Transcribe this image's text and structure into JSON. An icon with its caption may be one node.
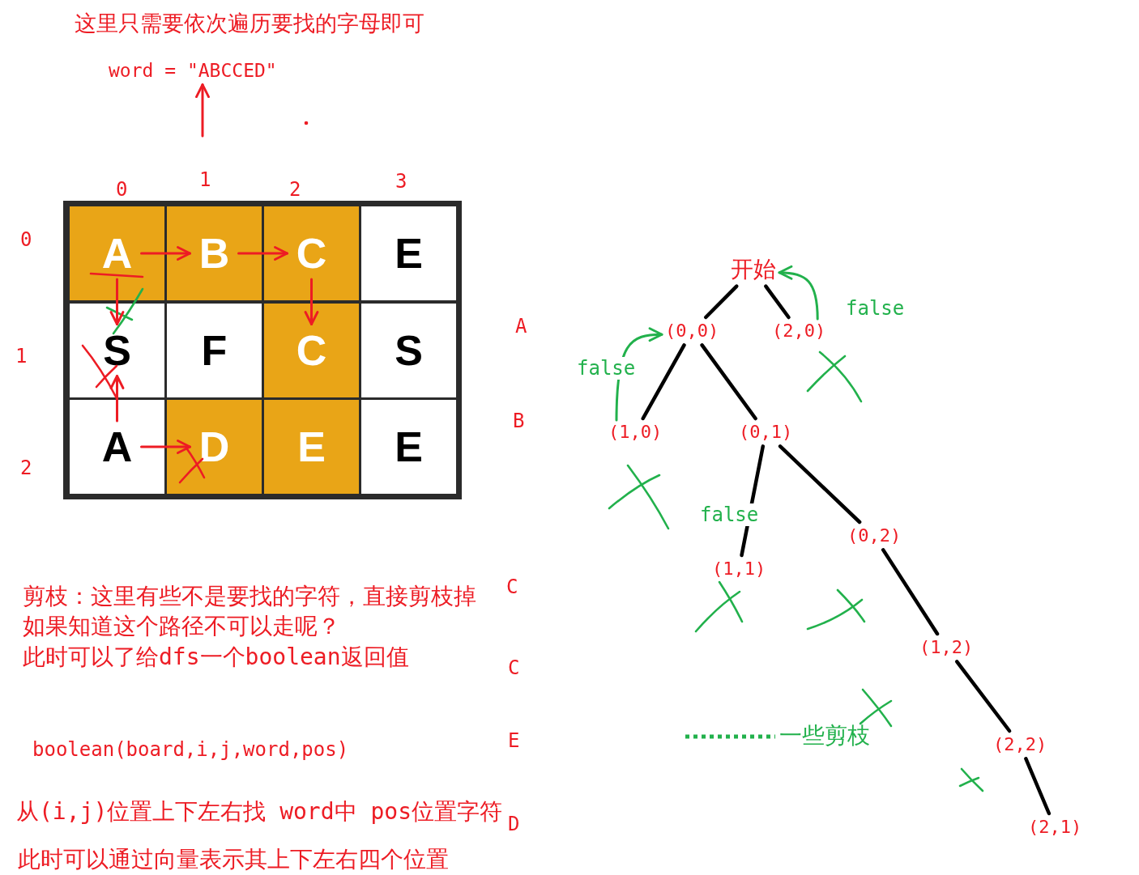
{
  "diagram": {
    "title": "这里只需要依次遍历要找的字母即可",
    "nodes": [
      {
        "text": [
          "word = \"ABCCED\""
        ]
      },
      {
        "text": [],
        "shape": "box"
      },
      {
        "text": [
          "A"
        ],
        "in": 1
      },
      {
        "text": [
          "B"
        ],
        "in": 1
      },
      {
        "text": [
          "C"
        ],
        "in": 1
      },
      {
        "text": [
          "E"
        ],
        "in": 1
      },
      {
        "text": [
          "S"
        ],
        "in": 1
      },
      {
        "text": [
          "F"
        ],
        "in": 1
      },
      {
        "text": [
          "C"
        ],
        "in": 1
      },
      {
        "text": [
          "S"
        ],
        "in": 1
      },
      {
        "text": [
          "A"
        ],
        "in": 1
      },
      {
        "text": [
          "D"
        ],
        "in": 1
      },
      {
        "text": [
          "E"
        ],
        "in": 1
      },
      {
        "text": [
          "E"
        ],
        "in": 1
      },
      {
        "text": [
          "开始"
        ]
      },
      {
        "text": [
          "(0,0)"
        ]
      },
      {
        "text": [
          "(2,0)"
        ]
      },
      {
        "text": [
          "(1,0)"
        ]
      },
      {
        "text": [
          "(0,1)"
        ]
      },
      {
        "text": [
          "(1,1)"
        ]
      },
      {
        "text": [
          "(0,2)"
        ]
      },
      {
        "text": [
          "(1,2)"
        ]
      },
      {
        "text": [
          "(2,2)"
        ]
      },
      {
        "text": [
          "(2,1)"
        ]
      }
    ],
    "edges": [
      {
        "from": null,
        "to": 0,
        "arrow": "to",
        "color": "#ed1c24"
      },
      {
        "from": 2,
        "to": 3,
        "arrow": "to",
        "color": "#ed1c24"
      },
      {
        "from": 3,
        "to": 4,
        "arrow": "to",
        "color": "#ed1c24"
      },
      {
        "from": 4,
        "to": 8,
        "arrow": "to",
        "color": "#ed1c24"
      },
      {
        "from": 2,
        "to": 6,
        "arrow": "to",
        "color": "#ed1c24"
      },
      {
        "from": 10,
        "to": 6,
        "arrow": "to",
        "color": "#ed1c24"
      },
      {
        "from": 10,
        "to": 11,
        "arrow": "to",
        "color": "#ed1c24"
      },
      {
        "from": 14,
        "to": 15,
        "arrow": "none"
      },
      {
        "from": 14,
        "to": 16,
        "arrow": "none"
      },
      {
        "from": 15,
        "to": 17,
        "arrow": "none"
      },
      {
        "from": 15,
        "to": 18,
        "arrow": "none"
      },
      {
        "from": 18,
        "to": 19,
        "arrow": "none",
        "label": "false"
      },
      {
        "from": 18,
        "to": 20,
        "arrow": "none"
      },
      {
        "from": 20,
        "to": 21,
        "arrow": "none"
      },
      {
        "from": 21,
        "to": 22,
        "arrow": "none"
      },
      {
        "from": 22,
        "to": 23,
        "arrow": "none"
      },
      {
        "from": 16,
        "to": 14,
        "arrow": "to",
        "label": "false",
        "color": "#22b14c"
      },
      {
        "from": 17,
        "to": 15,
        "arrow": "to",
        "label": "false",
        "color": "#22b14c"
      }
    ],
    "labels": [
      "0",
      "1",
      "2",
      "3",
      "0",
      "1",
      "2",
      "A",
      "B",
      "剪枝：这里有些不是要找的字符，直接剪枝掉",
      "C",
      "如果知道这个路径不可以走呢？",
      "此时可以了给dfs一个boolean返回值",
      "C",
      "boolean(board,i,j,word,pos)",
      "E",
      "一些剪枝",
      "从(i,j)位置上下左右找 word中 pos位置字符",
      "D",
      "此时可以通过向量表示其上下左右四个位置"
    ]
  }
}
